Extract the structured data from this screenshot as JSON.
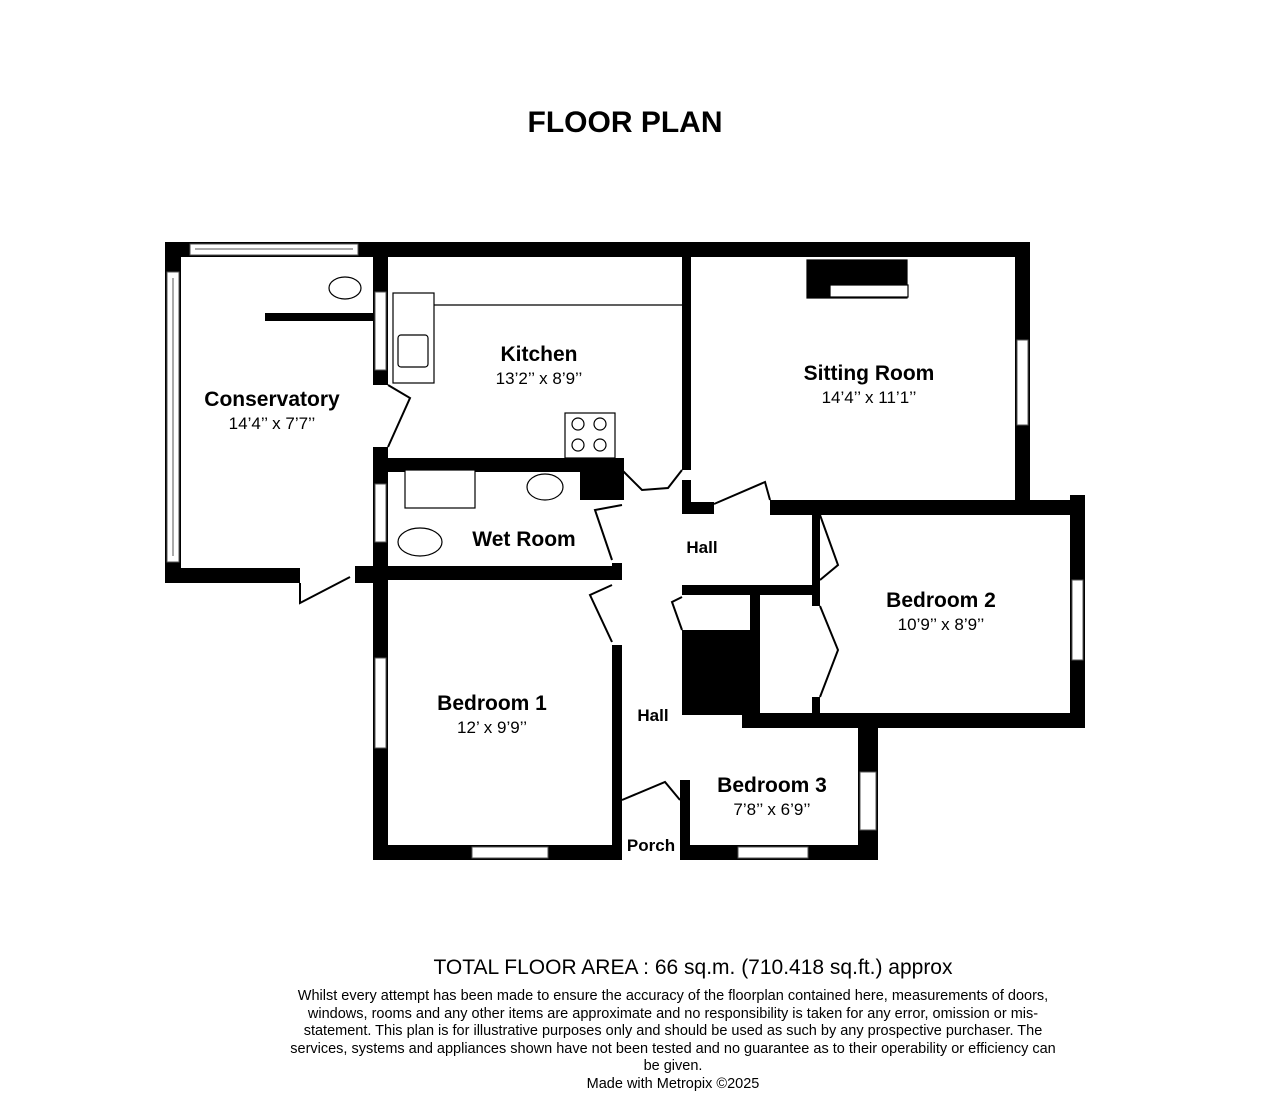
{
  "title": "FLOOR PLAN",
  "rooms": {
    "conservatory": {
      "name": "Conservatory",
      "dims": "14’4’’ x 7’7’’"
    },
    "kitchen": {
      "name": "Kitchen",
      "dims": "13’2’’ x 8’9’’"
    },
    "sitting_room": {
      "name": "Sitting Room",
      "dims": "14’4’’ x 11’1’’"
    },
    "wet_room": {
      "name": "Wet Room"
    },
    "hall_upper": {
      "name": "Hall"
    },
    "hall_lower": {
      "name": "Hall"
    },
    "bedroom2": {
      "name": "Bedroom 2",
      "dims": "10’9’’ x 8’9’’"
    },
    "bedroom1": {
      "name": "Bedroom 1",
      "dims": "12’ x 9’9’’"
    },
    "bedroom3": {
      "name": "Bedroom 3",
      "dims": "7’8’’ x 6’9’’"
    },
    "porch": {
      "name": "Porch"
    }
  },
  "footer": {
    "total_area": "TOTAL FLOOR AREA :  66 sq.m. (710.418 sq.ft.) approx",
    "disclaimer": "Whilst every attempt has been made to ensure the accuracy of the floorplan contained here, measurements of doors, windows, rooms and any other items are approximate and no responsibility is taken for any error, omission or mis-statement. This plan is for illustrative purposes only and should be used as such by any prospective purchaser. The services, systems and appliances shown have not been tested and no guarantee as to their operability or efficiency can be given.",
    "credit": "Made with Metropix ©2025"
  }
}
